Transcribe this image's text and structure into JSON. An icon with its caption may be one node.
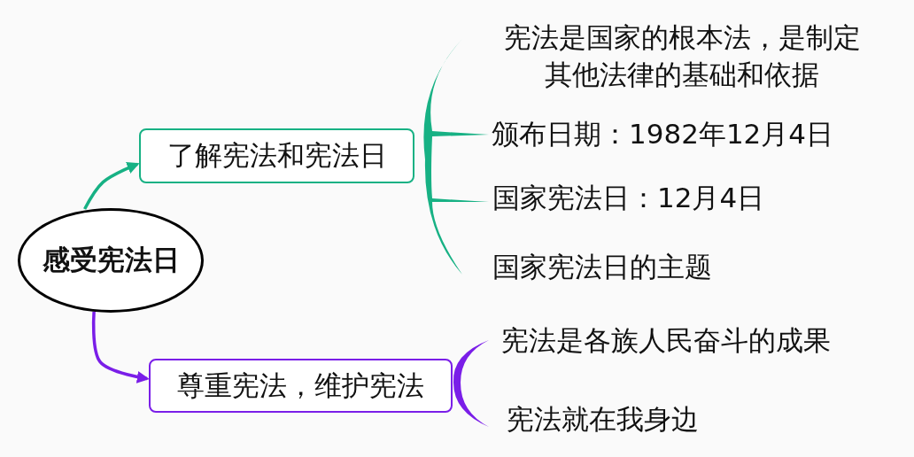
{
  "diagram": {
    "nodes": [
      {
        "text": [
          "感受宪法日"
        ]
      },
      {
        "text": [
          "了解宪法和宪法日"
        ]
      },
      {
        "text": [
          "尊重宪法，维护宪法"
        ]
      }
    ],
    "edges": [
      {
        "from": 0,
        "to": 1,
        "arrow": "to",
        "color": "#17b184"
      },
      {
        "from": 0,
        "to": 2,
        "arrow": "to",
        "color": "#7a1ee8"
      }
    ],
    "labels": [
      "宪法是国家的根本法，是制定其他法律的基础和依据",
      "颁布日期：1982年12月4日",
      "国家宪法日：12月4日",
      "国家宪法日的主题",
      "宪法是各族人民奋斗的成果",
      "宪法就在我身边"
    ]
  }
}
